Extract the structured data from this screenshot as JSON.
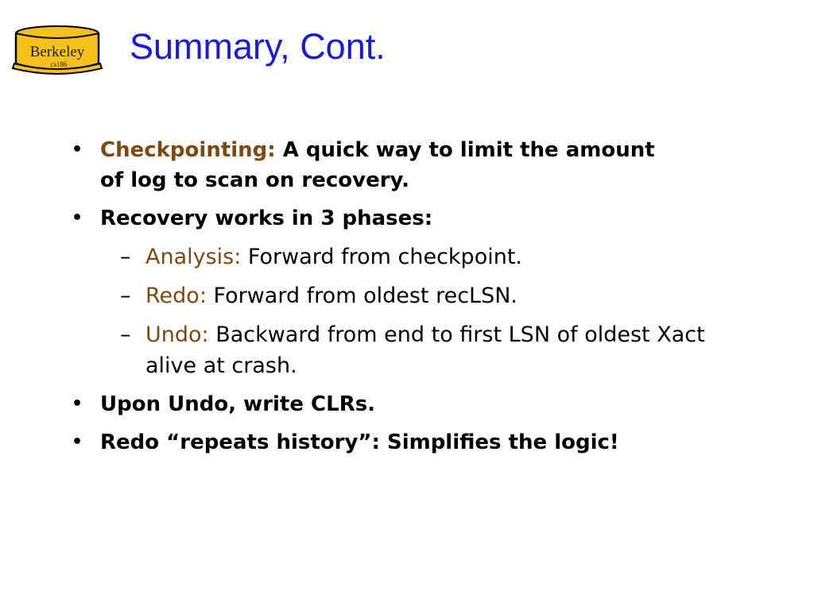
{
  "header": {
    "title": "Summary, Cont.",
    "logo_text": "Berkeley",
    "logo_subtext": "cs186"
  },
  "bullets": [
    {
      "term": "Checkpointing:",
      "text": " A quick way to limit the amount of log to scan on recovery."
    },
    {
      "text": "Recovery works in 3 phases:",
      "sub": [
        {
          "term": "Analysis:",
          "text": " Forward from checkpoint."
        },
        {
          "term": "Redo:",
          "text": " Forward from oldest recLSN."
        },
        {
          "term": "Undo:",
          "text": " Backward from end to first LSN of oldest Xact alive at crash."
        }
      ]
    },
    {
      "text": "Upon Undo, write CLRs."
    },
    {
      "text": "Redo “repeats history”: Simplifies the logic!"
    }
  ],
  "glyphs": {
    "bullet": "•",
    "dash": "–"
  },
  "colors": {
    "title": "#1a1adb",
    "accent": "#7a4a12",
    "logo_fill": "#f5c21a"
  }
}
